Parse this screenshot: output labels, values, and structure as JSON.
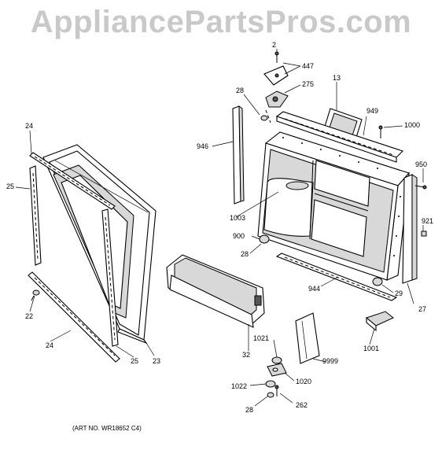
{
  "watermark": "AppliancePartsPros.com",
  "art_number": "(ART NO. WR18652 C4)",
  "callouts": [
    {
      "id": "c2",
      "text": "2"
    },
    {
      "id": "c447",
      "text": "447"
    },
    {
      "id": "c275",
      "text": "275"
    },
    {
      "id": "c13",
      "text": "13"
    },
    {
      "id": "c28a",
      "text": "28"
    },
    {
      "id": "c949",
      "text": "949"
    },
    {
      "id": "c1000",
      "text": "1000"
    },
    {
      "id": "c946",
      "text": "946"
    },
    {
      "id": "c24a",
      "text": "24"
    },
    {
      "id": "c25a",
      "text": "25"
    },
    {
      "id": "c950",
      "text": "950"
    },
    {
      "id": "c1003",
      "text": "1003"
    },
    {
      "id": "c921",
      "text": "921"
    },
    {
      "id": "c900",
      "text": "900"
    },
    {
      "id": "c28b",
      "text": "28"
    },
    {
      "id": "c944",
      "text": "944"
    },
    {
      "id": "c29",
      "text": "29"
    },
    {
      "id": "c27",
      "text": "27"
    },
    {
      "id": "c22",
      "text": "22"
    },
    {
      "id": "c24b",
      "text": "24"
    },
    {
      "id": "c25b",
      "text": "25"
    },
    {
      "id": "c23",
      "text": "23"
    },
    {
      "id": "c32",
      "text": "32"
    },
    {
      "id": "c1021",
      "text": "1021"
    },
    {
      "id": "c1001",
      "text": "1001"
    },
    {
      "id": "c9999",
      "text": "9999"
    },
    {
      "id": "c1020",
      "text": "1020"
    },
    {
      "id": "c1022",
      "text": "1022"
    },
    {
      "id": "c262",
      "text": "262"
    },
    {
      "id": "c28c",
      "text": "28"
    }
  ]
}
